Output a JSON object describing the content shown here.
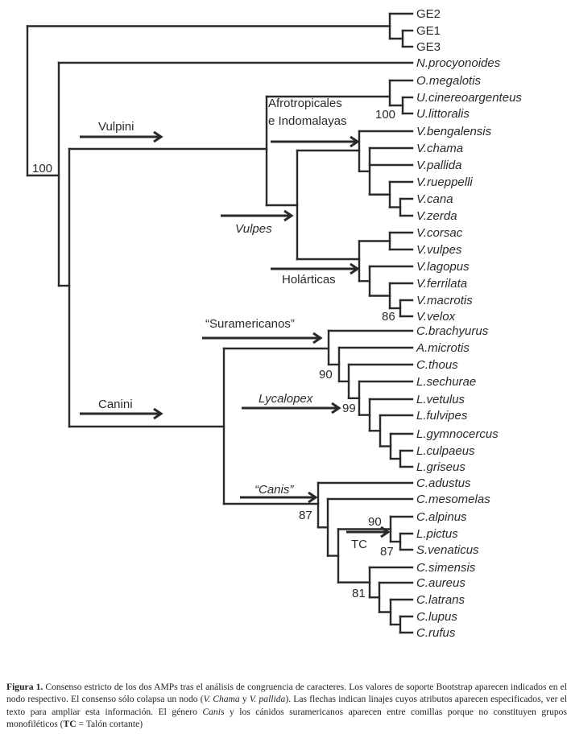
{
  "figure": {
    "tips": [
      {
        "label": "GE2",
        "italic": false
      },
      {
        "label": "GE1",
        "italic": false
      },
      {
        "label": "GE3",
        "italic": false
      },
      {
        "label": "N.procyonoides",
        "italic": true
      },
      {
        "label": "O.megalotis",
        "italic": true
      },
      {
        "label": "U.cinereoargenteus",
        "italic": true
      },
      {
        "label": "U.littoralis",
        "italic": true
      },
      {
        "label": "V.bengalensis",
        "italic": true
      },
      {
        "label": "V.chama",
        "italic": true
      },
      {
        "label": "V.pallida",
        "italic": true
      },
      {
        "label": "V.rueppelli",
        "italic": true
      },
      {
        "label": "V.cana",
        "italic": true
      },
      {
        "label": "V.zerda",
        "italic": true
      },
      {
        "label": "V.corsac",
        "italic": true
      },
      {
        "label": "V.vulpes",
        "italic": true
      },
      {
        "label": "V.lagopus",
        "italic": true
      },
      {
        "label": "V.ferrilata",
        "italic": true
      },
      {
        "label": "V.macrotis",
        "italic": true
      },
      {
        "label": "V.velox",
        "italic": true
      },
      {
        "label": "C.brachyurus",
        "italic": true
      },
      {
        "label": "A.microtis",
        "italic": true
      },
      {
        "label": "C.thous",
        "italic": true
      },
      {
        "label": "L.sechurae",
        "italic": true
      },
      {
        "label": "L.vetulus",
        "italic": true
      },
      {
        "label": "L.fulvipes",
        "italic": true
      },
      {
        "label": "L.gymnocercus",
        "italic": true
      },
      {
        "label": "L.culpaeus",
        "italic": true
      },
      {
        "label": "L.griseus",
        "italic": true
      },
      {
        "label": "C.adustus",
        "italic": true
      },
      {
        "label": "C.mesomelas",
        "italic": true
      },
      {
        "label": "C.alpinus",
        "italic": true
      },
      {
        "label": "L.pictus",
        "italic": true
      },
      {
        "label": "S.venaticus",
        "italic": true
      },
      {
        "label": "C.simensis",
        "italic": true
      },
      {
        "label": "C.aureus",
        "italic": true
      },
      {
        "label": "C.latrans",
        "italic": true
      },
      {
        "label": "C.lupus",
        "italic": true
      },
      {
        "label": "C.rufus",
        "italic": true
      }
    ],
    "support_values": [
      {
        "node": "root",
        "value": "100"
      },
      {
        "node": "urocyon",
        "value": "100"
      },
      {
        "node": "velox-macrotis",
        "value": "86"
      },
      {
        "node": "suramericanos-inner",
        "value": "90"
      },
      {
        "node": "lycalopex",
        "value": "99"
      },
      {
        "node": "canis",
        "value": "87"
      },
      {
        "node": "tc-outer",
        "value": "90"
      },
      {
        "node": "tc-inner",
        "value": "87"
      },
      {
        "node": "canis-lupus-group",
        "value": "81"
      }
    ],
    "group_labels": [
      {
        "id": "vulpini",
        "text": "Vulpini",
        "italic": false
      },
      {
        "id": "afro",
        "text": "Afrotropicales",
        "italic": false
      },
      {
        "id": "afro2",
        "text": "e Indomalayas",
        "italic": false
      },
      {
        "id": "vulpes",
        "text": "Vulpes",
        "italic": true
      },
      {
        "id": "holarticas",
        "text": "Holárticas",
        "italic": false
      },
      {
        "id": "canini",
        "text": "Canini",
        "italic": false
      },
      {
        "id": "suramericanos",
        "text": "“Suramericanos”",
        "italic": false
      },
      {
        "id": "lycalopex",
        "text": "Lycalopex",
        "italic": true
      },
      {
        "id": "canis",
        "text": "“Canis”",
        "italic": true
      },
      {
        "id": "tc",
        "text": "TC",
        "italic": false
      }
    ]
  },
  "caption": {
    "label": "Figura 1.",
    "text_1": " Consenso estricto de los dos AMPs tras el análisis de congruencia de caracteres. Los valores de soporte Bootstrap aparecen indicados en el nodo respectivo. El consenso sólo colapsa un nodo (",
    "italic_1": "V. Chama",
    "text_2": " y ",
    "italic_2": "V. pallida",
    "text_3": "). Las flechas indican linajes cuyos atributos aparecen especificados, ver el texto para ampliar esta información. El género ",
    "italic_3": "Canis",
    "text_4": " y los cánidos suramericanos aparecen entre comillas porque no constituyen grupos monofiléticos (",
    "bold_1": "TC",
    "text_5": " = Talón cortante)"
  }
}
